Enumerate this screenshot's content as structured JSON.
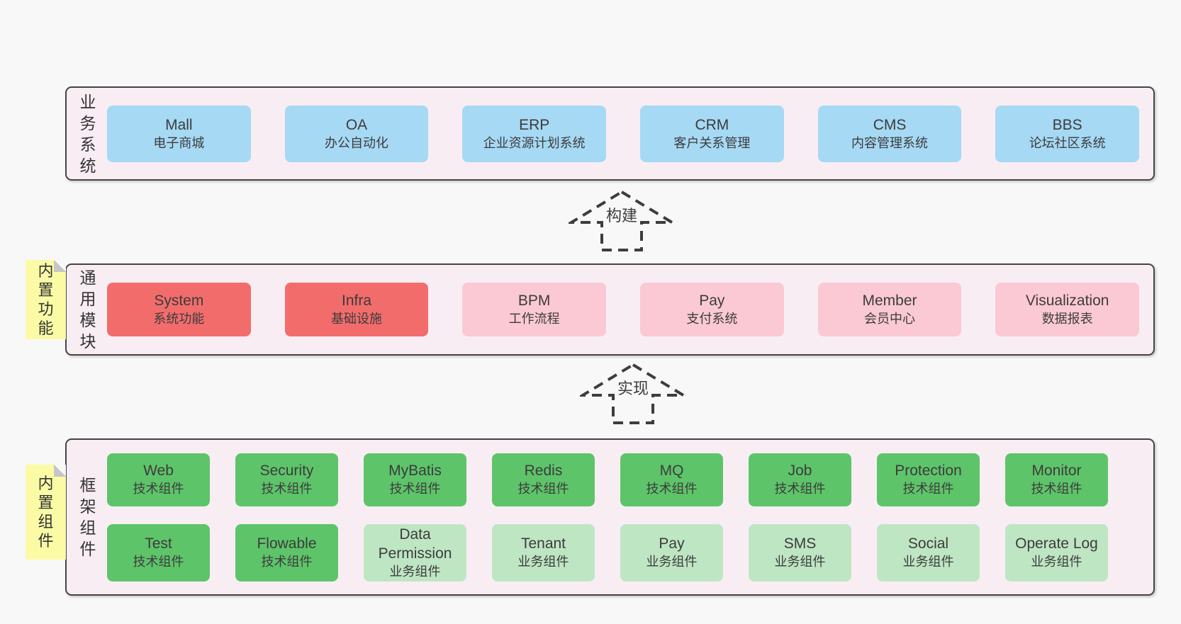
{
  "colors": {
    "page-bg": "#f8f8f8",
    "panel-bg": "#f9edf4",
    "panel-border": "#454545",
    "box-blue": "#a6d9f4",
    "box-red": "#f36c6c",
    "box-pink": "#fbc9d3",
    "box-green": "#5ec46a",
    "box-lightgreen": "#bee6c3",
    "note-yellow": "#fbfba6",
    "note-fold": "#c6c6c6",
    "text": "#3c3c3c",
    "arrow": "#3d3d3d"
  },
  "sections": [
    {
      "id": "business-systems",
      "label": "业务系统",
      "rows": [
        [
          {
            "title": "Mall",
            "subtitle": "电子商城",
            "variant": "blue"
          },
          {
            "title": "OA",
            "subtitle": "办公自动化",
            "variant": "blue"
          },
          {
            "title": "ERP",
            "subtitle": "企业资源计划系统",
            "variant": "blue"
          },
          {
            "title": "CRM",
            "subtitle": "客户关系管理",
            "variant": "blue"
          },
          {
            "title": "CMS",
            "subtitle": "内容管理系统",
            "variant": "blue"
          },
          {
            "title": "BBS",
            "subtitle": "论坛社区系统",
            "variant": "blue"
          }
        ]
      ]
    },
    {
      "id": "common-modules",
      "label": "通用模块",
      "note": "内置功能",
      "rows": [
        [
          {
            "title": "System",
            "subtitle": "系统功能",
            "variant": "red"
          },
          {
            "title": "Infra",
            "subtitle": "基础设施",
            "variant": "red"
          },
          {
            "title": "BPM",
            "subtitle": "工作流程",
            "variant": "pink"
          },
          {
            "title": "Pay",
            "subtitle": "支付系统",
            "variant": "pink"
          },
          {
            "title": "Member",
            "subtitle": "会员中心",
            "variant": "pink"
          },
          {
            "title": "Visualization",
            "subtitle": "数据报表",
            "variant": "pink"
          }
        ]
      ]
    },
    {
      "id": "framework-components",
      "label": "框架组件",
      "note": "内置组件",
      "rows": [
        [
          {
            "title": "Web",
            "subtitle": "技术组件",
            "variant": "green"
          },
          {
            "title": "Security",
            "subtitle": "技术组件",
            "variant": "green"
          },
          {
            "title": "MyBatis",
            "subtitle": "技术组件",
            "variant": "green"
          },
          {
            "title": "Redis",
            "subtitle": "技术组件",
            "variant": "green"
          },
          {
            "title": "MQ",
            "subtitle": "技术组件",
            "variant": "green"
          },
          {
            "title": "Job",
            "subtitle": "技术组件",
            "variant": "green"
          },
          {
            "title": "Protection",
            "subtitle": "技术组件",
            "variant": "green"
          },
          {
            "title": "Monitor",
            "subtitle": "技术组件",
            "variant": "green"
          }
        ],
        [
          {
            "title": "Test",
            "subtitle": "技术组件",
            "variant": "green"
          },
          {
            "title": "Flowable",
            "subtitle": "技术组件",
            "variant": "green"
          },
          {
            "title": "Data Permission",
            "subtitle": "业务组件",
            "variant": "lightgreen"
          },
          {
            "title": "Tenant",
            "subtitle": "业务组件",
            "variant": "lightgreen"
          },
          {
            "title": "Pay",
            "subtitle": "业务组件",
            "variant": "lightgreen"
          },
          {
            "title": "SMS",
            "subtitle": "业务组件",
            "variant": "lightgreen"
          },
          {
            "title": "Social",
            "subtitle": "业务组件",
            "variant": "lightgreen"
          },
          {
            "title": "Operate Log",
            "subtitle": "业务组件",
            "variant": "lightgreen"
          }
        ]
      ]
    }
  ],
  "arrows": [
    {
      "label": "构建"
    },
    {
      "label": "实现"
    }
  ]
}
